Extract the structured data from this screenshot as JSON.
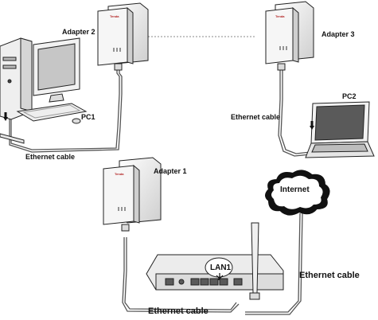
{
  "labels": {
    "adapter1": "Adapter 1",
    "adapter2": "Adapter 2",
    "adapter3": "Adapter 3",
    "pc1": "PC1",
    "pc2": "PC2",
    "internet": "Internet",
    "lan1": "LAN1",
    "ethernet_cable_1": "Ethernet cable",
    "ethernet_cable_2": "Ethernet cable",
    "ethernet_cable_3": "Ethernet cable",
    "ethernet_cable_4": "Ethernet cable",
    "adapter_brand_1": "Tenda",
    "adapter_brand_2": "Tenda",
    "adapter_brand_3": "Tenda"
  },
  "colors": {
    "stroke": "#222222",
    "fill_light": "#f4f4f4",
    "fill_mid": "#dcdcdc",
    "fill_dark": "#5a5a5a",
    "brand_red": "#b22222"
  }
}
